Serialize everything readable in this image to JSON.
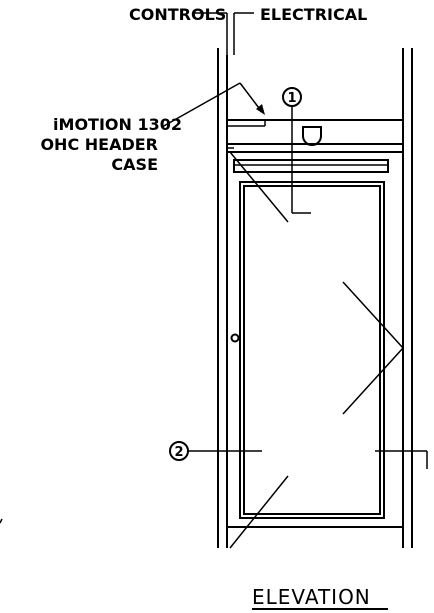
{
  "labels": {
    "controls": "CONTROLS",
    "electrical": "ELECTRICAL",
    "header_line1": "iMOTION 1302",
    "header_line2": "OHC HEADER",
    "header_line3": "CASE",
    "callout_1": "1",
    "callout_2": "2",
    "view_title": "ELEVATION"
  }
}
